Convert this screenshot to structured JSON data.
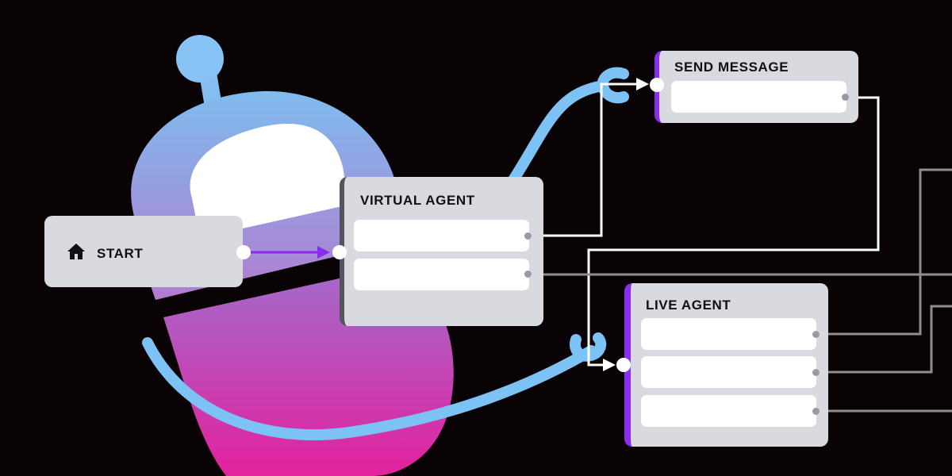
{
  "diagram": {
    "nodes": {
      "start": {
        "title": "START",
        "icon": "home-icon"
      },
      "virtual_agent": {
        "title": "VIRTUAL AGENT",
        "slots": [
          "",
          ""
        ]
      },
      "send_message": {
        "title": "SEND MESSAGE",
        "slots": [
          ""
        ]
      },
      "live_agent": {
        "title": "LIVE AGENT",
        "slots": [
          "",
          "",
          ""
        ]
      }
    },
    "connections": [
      {
        "from": "start",
        "to": "virtual_agent",
        "color": "#8a2cf2"
      },
      {
        "from": "virtual_agent.slot1",
        "to": "send_message",
        "color": "#ffffff"
      },
      {
        "from": "send_message.slot1",
        "to": "live_agent",
        "color": "#ffffff"
      },
      {
        "from": "virtual_agent.slot2",
        "to": "offscreen",
        "color": "#8e8e92"
      },
      {
        "from": "live_agent.slot1",
        "to": "offscreen",
        "color": "#8e8e92"
      },
      {
        "from": "live_agent.slot2",
        "to": "offscreen",
        "color": "#8e8e92"
      },
      {
        "from": "live_agent.slot3",
        "to": "offscreen",
        "color": "#8e8e92"
      }
    ]
  },
  "colors": {
    "background": "#0a0305",
    "accent_purple": "#8a2cf2",
    "cable_blue": "#7cc2f4",
    "node_fill": "#d9dadf",
    "robot_gradient_top": "#7ab8ee",
    "robot_gradient_bottom": "#e12ba0"
  }
}
